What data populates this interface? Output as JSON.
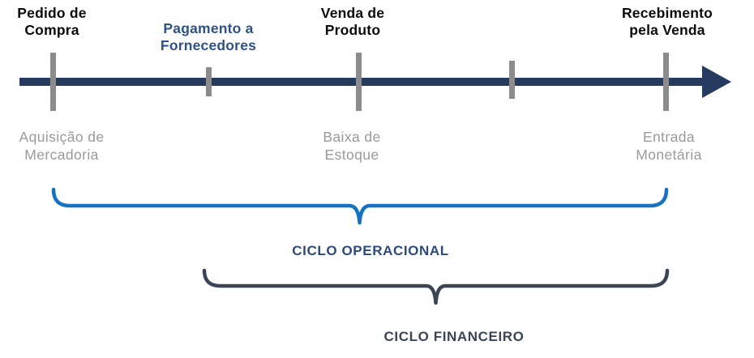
{
  "diagram": {
    "type": "timeline",
    "axis": {
      "direction": "right-arrow",
      "color": "#243A5F",
      "tick_color": "#8C8C8C"
    },
    "top_labels": [
      {
        "text": "Pedido de\nCompra",
        "color": "#0b0b0b"
      },
      {
        "text": "Pagamento a\nFornecedores",
        "color": "#2E5187"
      },
      {
        "text": "Venda de\nProduto",
        "color": "#0b0b0b"
      },
      {
        "text": "Recebimento\npela Venda",
        "color": "#0b0b0b"
      }
    ],
    "bottom_labels": [
      {
        "text": "Aquisição de\nMercadoria",
        "color": "#9A9A9A"
      },
      {
        "text": "Baixa de\nEstoque",
        "color": "#9A9A9A"
      },
      {
        "text": "Entrada\nMonetária",
        "color": "#9A9A9A"
      }
    ],
    "braces": {
      "operational": {
        "label": "CICLO OPERACIONAL",
        "brace_color": "#1673C2",
        "label_color": "#2C4A7D"
      },
      "financial": {
        "label": "CICLO FINANCEIRO",
        "brace_color": "#3A4656",
        "label_color": "#3A4656"
      }
    }
  }
}
